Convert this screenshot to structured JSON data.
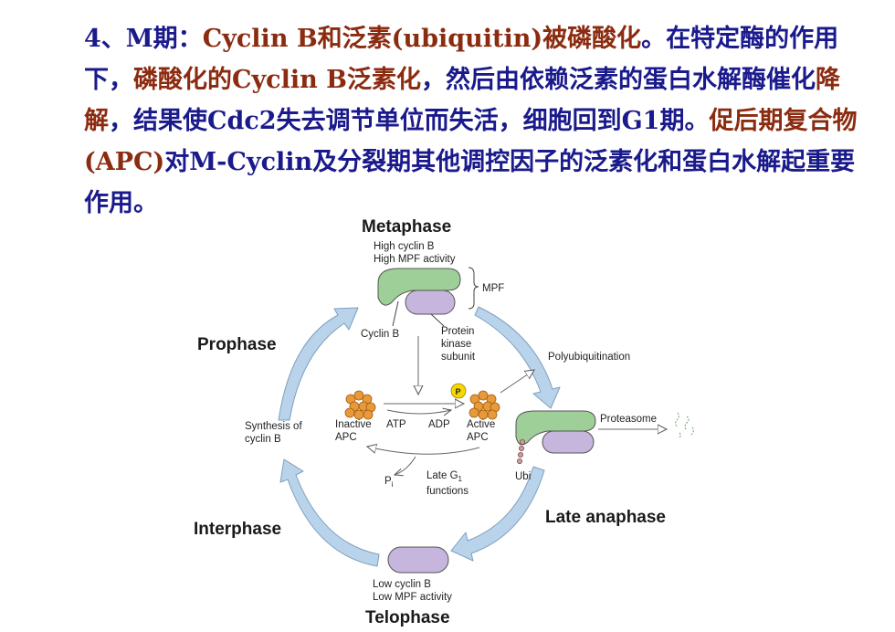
{
  "paragraph": {
    "segments": [
      {
        "text": "4、M期：",
        "hl": false
      },
      {
        "text": "Cyclin B和泛素(ubiquitin)被磷酸化",
        "hl": true
      },
      {
        "text": "。在特定酶的作用下，",
        "hl": false
      },
      {
        "text": "磷酸化的Cyclin B泛素化",
        "hl": true
      },
      {
        "text": "，然后由依赖泛素的蛋白水解酶催化",
        "hl": false
      },
      {
        "text": "降解",
        "hl": true
      },
      {
        "text": "，结果使Cdc2失去调节单位而失活，细胞回到G1期。",
        "hl": false
      },
      {
        "text": "促后期复合物(APC)",
        "hl": true
      },
      {
        "text": "对M-Cyclin及分裂期其他调控因子的泛素化和蛋白水解起重要作用。",
        "hl": false
      }
    ]
  },
  "diagram": {
    "phases": {
      "metaphase": "Metaphase",
      "prophase": "Prophase",
      "interphase": "Interphase",
      "telophase": "Telophase",
      "late_anaphase": "Late anaphase"
    },
    "metaphase_notes": [
      "High cyclin B",
      "High MPF activity"
    ],
    "mpf_label": "MPF",
    "cyclin_b_label": "Cyclin B",
    "protein_kinase_label": [
      "Protein",
      "kinase",
      "subunit"
    ],
    "polyubiquitination_label": "Polyubiquitination",
    "proteasome_label": "Proteasome",
    "ubi_label": "Ubi",
    "synthesis_label": [
      "Synthesis of",
      "cyclin B"
    ],
    "inactive_apc_label": [
      "Inactive",
      "APC"
    ],
    "atp_label": "ATP",
    "adp_label": "ADP",
    "active_apc_label": [
      "Active",
      "APC"
    ],
    "phosphate_badge": "P",
    "pi_label": "P",
    "pi_sub": "i",
    "late_g1_label": [
      "Late G",
      "functions"
    ],
    "late_g1_sub": "1",
    "telophase_notes": [
      "Low cyclin B",
      "Low MPF activity"
    ],
    "colors": {
      "cyclin": "#9fcf98",
      "kinase": "#c6b6dd",
      "cycle_arrow": "#b9d3ea",
      "apc": "#e89a3a",
      "phosphate": "#f5d800"
    }
  }
}
